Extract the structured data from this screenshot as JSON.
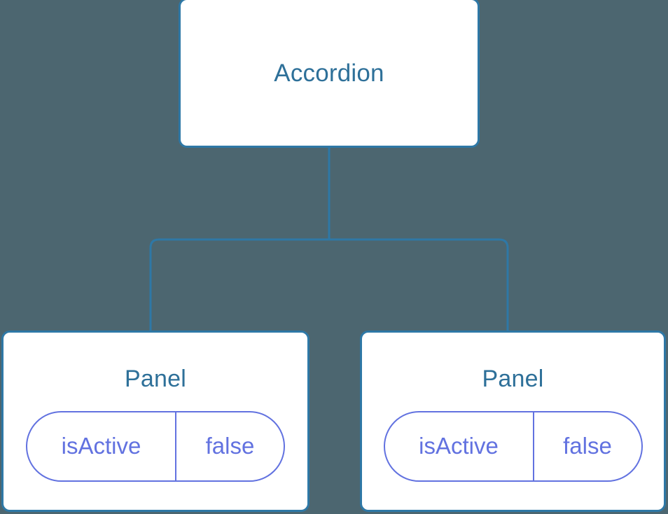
{
  "diagram": {
    "type": "component-tree",
    "background_color": "#4c6670",
    "node_border_color": "#2e78a6",
    "node_title_color": "#2e7099",
    "pill_color": "#6272e0",
    "connector_color": "#2e78a6"
  },
  "root": {
    "title": "Accordion"
  },
  "children": [
    {
      "title": "Panel",
      "state": {
        "key": "isActive",
        "value": "false"
      }
    },
    {
      "title": "Panel",
      "state": {
        "key": "isActive",
        "value": "false"
      }
    }
  ]
}
